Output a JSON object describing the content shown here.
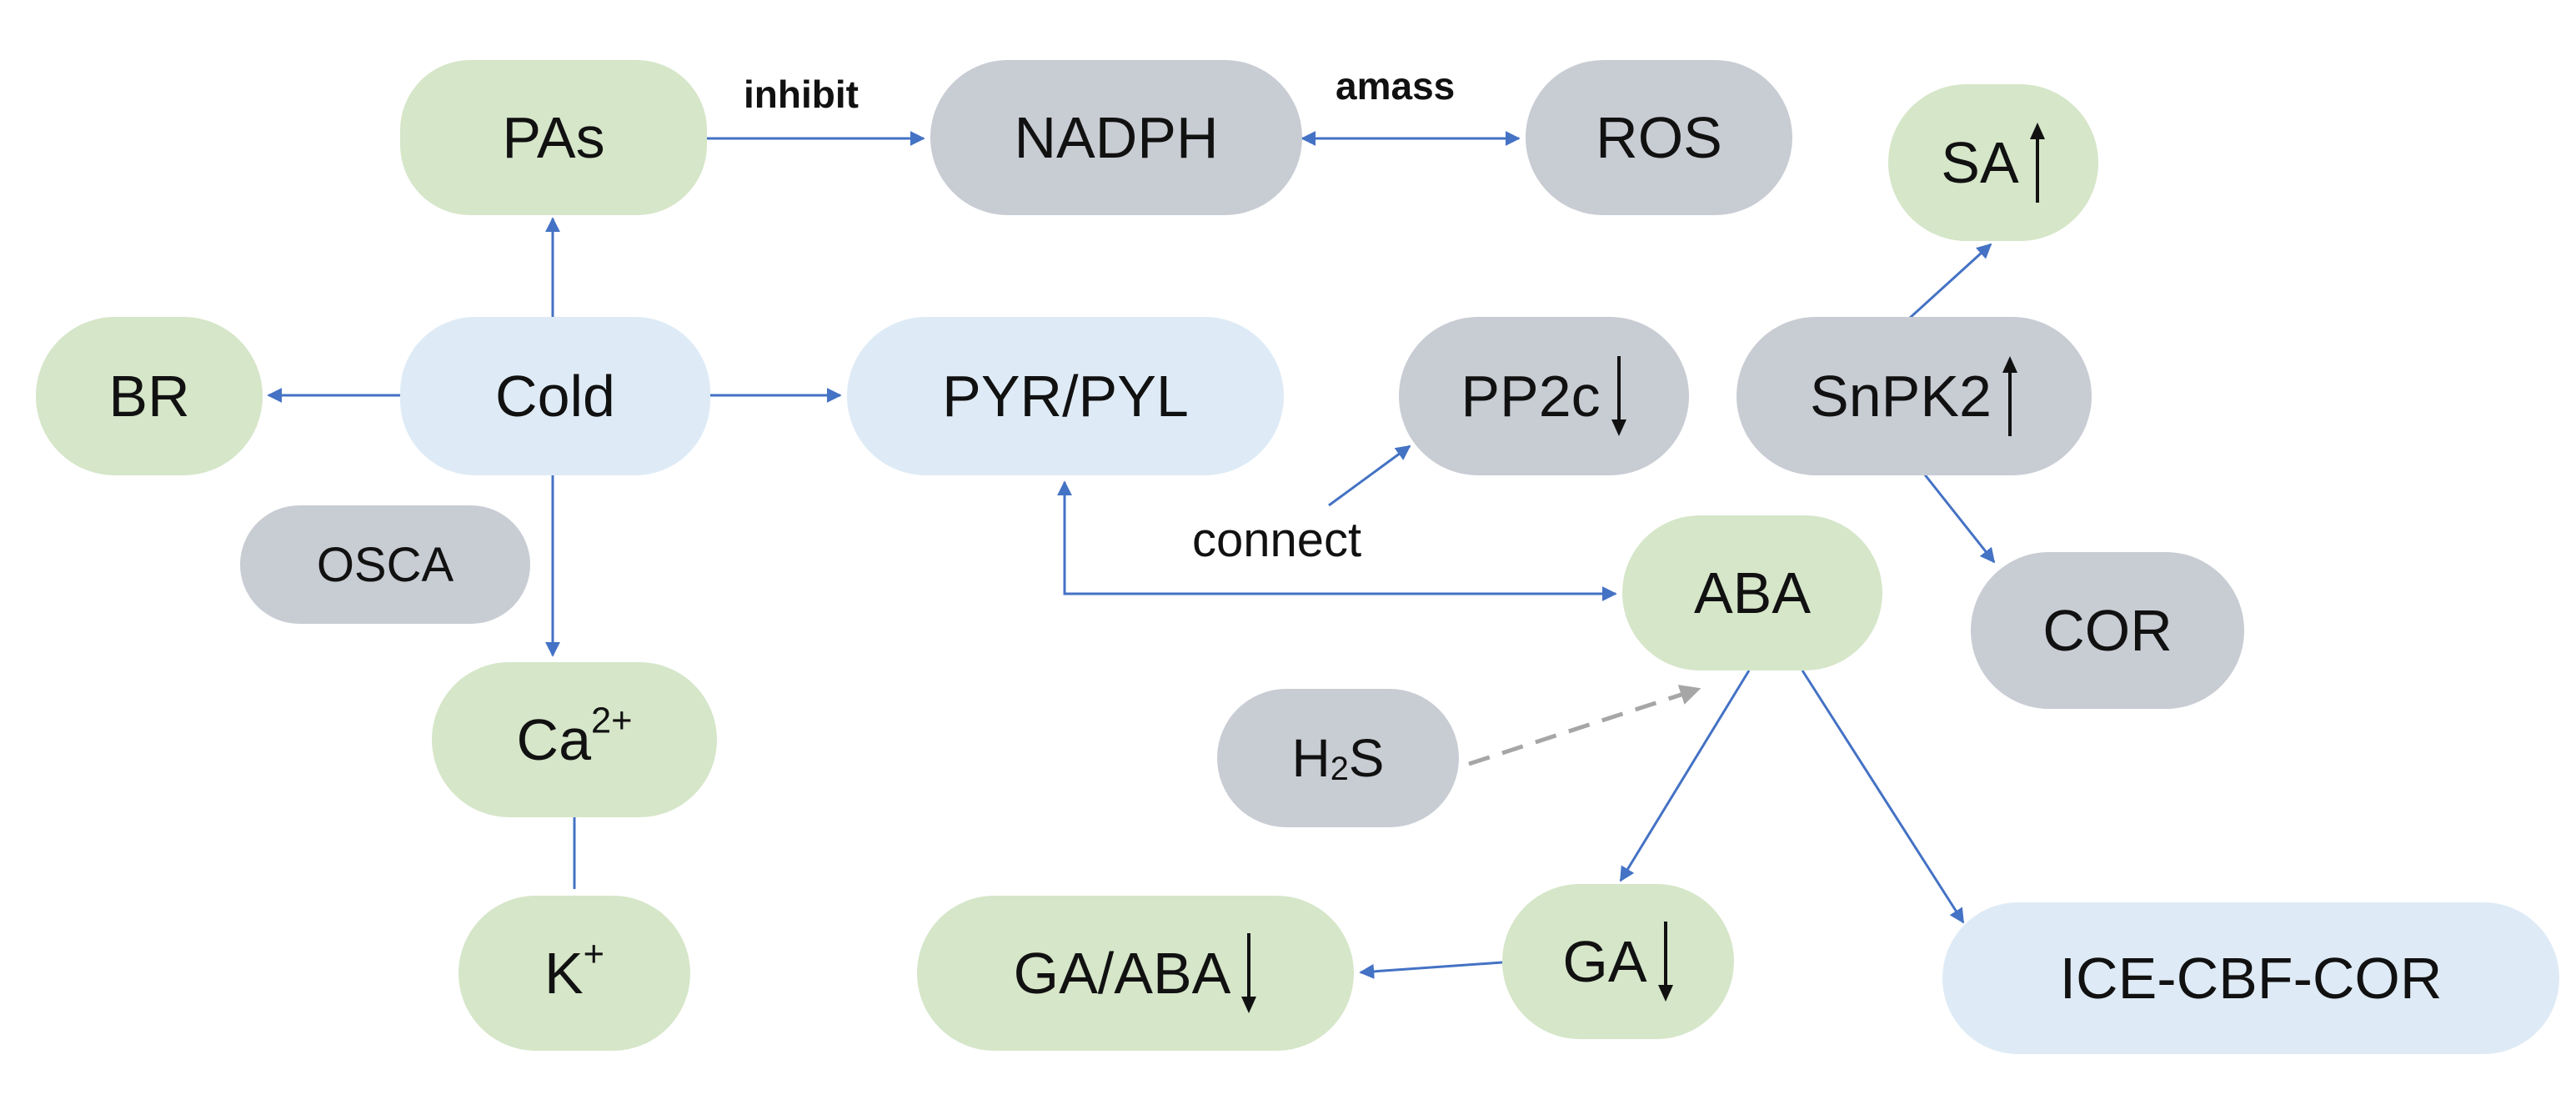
{
  "nodes": {
    "pas": "PAs",
    "nadph": "NADPH",
    "ros": "ROS",
    "sa": "SA",
    "br": "BR",
    "cold": "Cold",
    "pyr_pyl": "PYR/PYL",
    "pp2c": "PP2c",
    "snpk2": "SnPK2",
    "osca": "OSCA",
    "aba": "ABA",
    "cor": "COR",
    "ca_base": "Ca",
    "ca_charge": "2+",
    "h2s_h": "H",
    "h2s_sub": "2",
    "h2s_s": "S",
    "k_base": "K",
    "k_charge": "+",
    "ga_aba": "GA/ABA",
    "ga": "GA",
    "ice_cbf_cor": "ICE-CBF-COR"
  },
  "edge_labels": {
    "inhibit": "inhibit",
    "amass": "amass",
    "connect": "connect"
  },
  "colors": {
    "green": "#d6e6c9",
    "gray": "#c8ccd3",
    "blue": "#deebf6",
    "arrow": "#4472c4",
    "dashed_arrow": "#a6a6a6"
  },
  "trend_icons": {
    "sa": "up-arrow-icon",
    "pp2c": "down-arrow-icon",
    "snpk2": "up-arrow-icon",
    "ga_aba": "down-arrow-icon",
    "ga": "down-arrow-icon"
  }
}
